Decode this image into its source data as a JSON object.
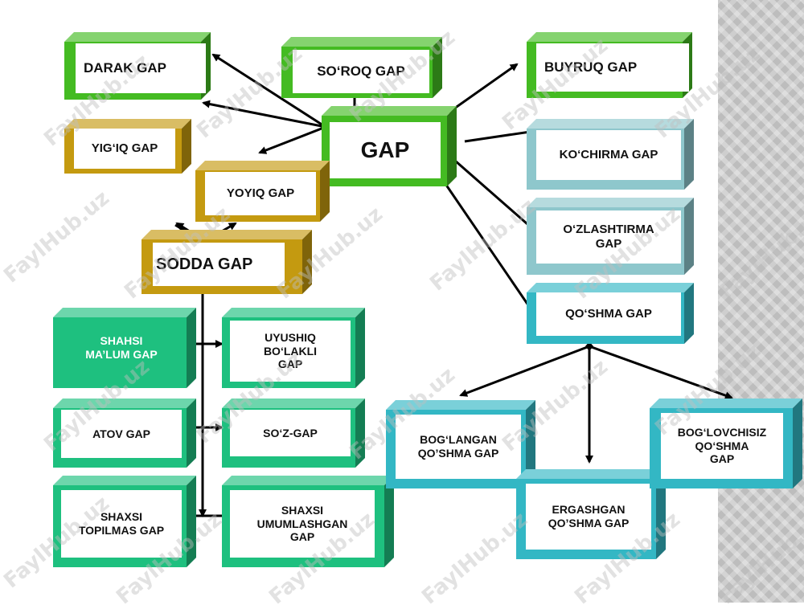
{
  "palette": {
    "green": "#44bb22",
    "gold": "#c49a10",
    "teal_light": "#8ec7cc",
    "teal": "#33b7c4",
    "sea_green": "#1ec07f",
    "arrow": "#000000"
  },
  "nodes": {
    "gap": "GAP",
    "darak_gap": "DARAK  GAP",
    "soroq_gap": "SO‘ROQ  GAP",
    "buyruq_gap": "BUYRUQ GAP",
    "yigiq_gap": "YIG‘IQ GAP",
    "yoyiq_gap": "YOYIQ  GAP",
    "sodda_gap": "SODDA  GAP",
    "kochirma_gap": "KO‘CHIRMA GAP",
    "ozlashtirma_gap": "O‘ZLASHTIRMA\nGAP",
    "qoshma_gap": "QO‘SHMA  GAP",
    "shahsi_malum_gap": "SHAHSI\nMA’LUM GAP",
    "uyushiq_bolakli_gap": "UYUSHIQ\nBO‘LAKLI\nGAP",
    "atov_gap": "ATOV GAP",
    "soz_gap": "SO‘Z-GAP",
    "shaxsi_topilmas_gap": "SHAXSI\nTOPILMAS GAP",
    "shaxsi_umumlashgan_gap": "SHAXSI\nUMUMLASHGAN\nGAP",
    "boglangan_qoshma_gap": "BOG‘LANGAN\nQO’SHMA GAP",
    "ergashgan_qoshma_gap": "ERGASHGAN\nQO’SHMA GAP",
    "boglovchisiz_qoshma_gap": "BOG‘LOVCHISIZ\nQO‘SHMA\nGAP"
  },
  "watermark": "FaylHub.uz"
}
